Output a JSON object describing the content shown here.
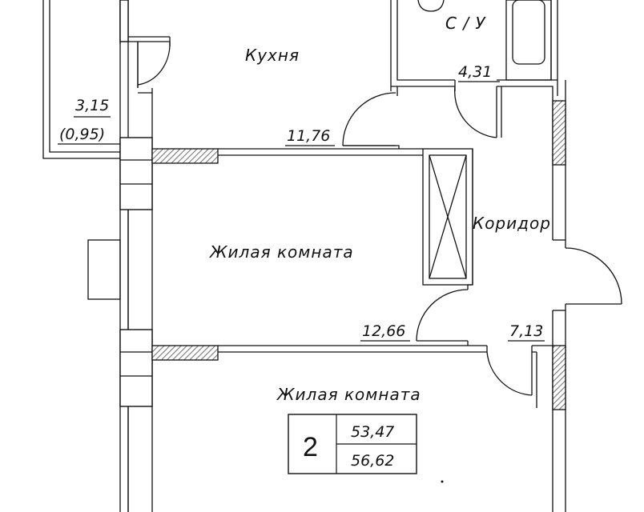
{
  "rooms": {
    "kitchen": {
      "name": "Кухня",
      "area": "11,76"
    },
    "bathroom": {
      "name": "С / У",
      "area": "4,31"
    },
    "loggia": {
      "area": "3,15",
      "area_reduced": "(0,95)"
    },
    "living_room_1": {
      "name": "Жилая комната",
      "area": "12,66"
    },
    "corridor": {
      "name": "Коридор",
      "area": "7,13"
    },
    "living_room_2": {
      "name": "Жилая комната"
    }
  },
  "apartment_card": {
    "rooms_count": "2",
    "living_area": "53,47",
    "total_area": "56,62"
  },
  "colors": {
    "line": "#111111",
    "hatch": "#777777",
    "background": "#ffffff"
  }
}
